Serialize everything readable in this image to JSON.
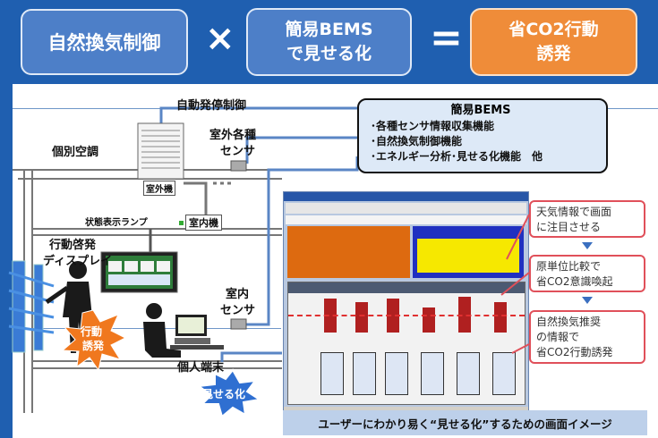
{
  "header": {
    "box1": "自然換気制御",
    "times": "×",
    "box2_line1": "簡易BEMS",
    "box2_line2": "で見せる化",
    "equals": "=",
    "box3_line1": "省CO2行動",
    "box3_line2": "誘発"
  },
  "labels": {
    "auto_control": "自動発停制御",
    "outdoor_sensor_1": "室外各種",
    "outdoor_sensor_2": "センサ",
    "individual_ac": "個別空調",
    "outdoor_unit": "室外機",
    "status_lamp": "状態表示ランプ",
    "indoor_unit": "室内機",
    "display_1": "行動啓発",
    "display_2": "ディスプレイ",
    "indoor_sensor_1": "室内",
    "indoor_sensor_2": "センサ",
    "personal_terminal": "個人端末",
    "burst_1": "行動",
    "burst_2": "誘発",
    "burst2": "見せる化"
  },
  "bems": {
    "title": "簡易BEMS",
    "items": [
      "･各種センサ情報収集機能",
      "･自然換気制御機能",
      "･エネルギー分析･見せる化機能　他"
    ]
  },
  "callouts": [
    {
      "line1": "天気情報で画面",
      "line2": "に注目させる"
    },
    {
      "line1": "原単位比較で",
      "line2": "省CO2意識喚起"
    },
    {
      "line1": "自然換気推奨",
      "line2": "の情報で",
      "line3": "省CO2行動誘発"
    }
  ],
  "caption": "ユーザーにわかり易く“見せる化”するための画面イメージ",
  "colors": {
    "blue_band": "#1f5fb0",
    "blue_box": "#4d7fc8",
    "orange_box": "#ef8c39",
    "callout_border": "#e0505a"
  }
}
